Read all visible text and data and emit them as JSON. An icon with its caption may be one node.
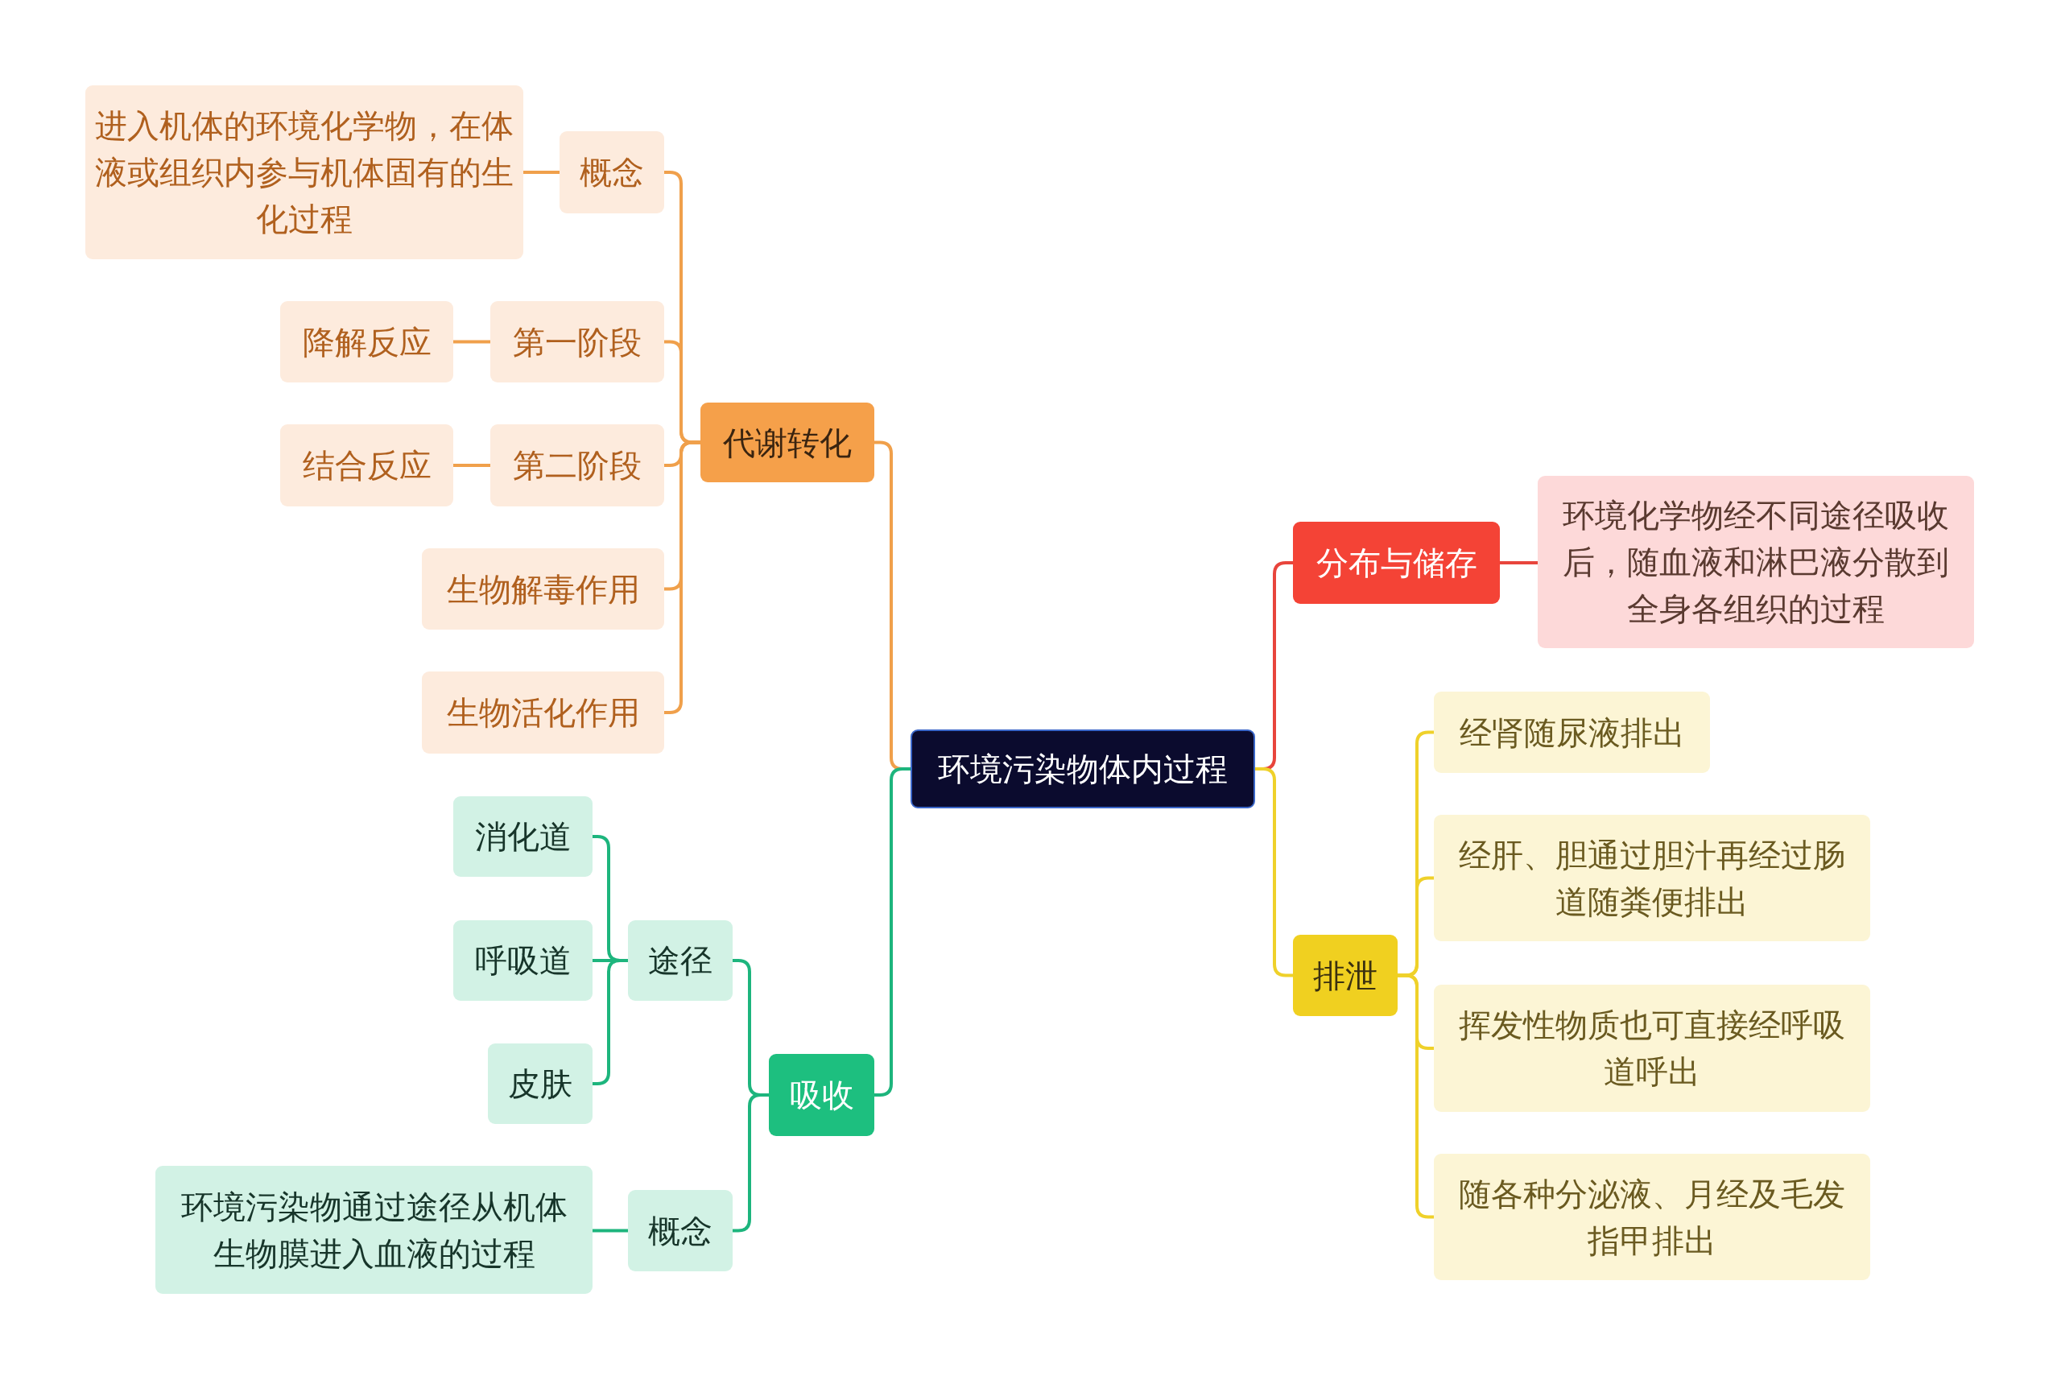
{
  "diagram": {
    "nodes": [
      {
        "text": [
          "环境污染物体内过程"
        ]
      },
      {
        "text": [
          "代谢转化"
        ]
      },
      {
        "text": [
          "概念"
        ]
      },
      {
        "text": [
          "进入机体的环境化学物，在体液或组织内参与机体固有的生化过程"
        ]
      },
      {
        "text": [
          "第一阶段"
        ]
      },
      {
        "text": [
          "降解反应"
        ]
      },
      {
        "text": [
          "第二阶段"
        ]
      },
      {
        "text": [
          "结合反应"
        ]
      },
      {
        "text": [
          "生物解毒作用"
        ]
      },
      {
        "text": [
          "生物活化作用"
        ]
      },
      {
        "text": [
          "吸收"
        ]
      },
      {
        "text": [
          "途径"
        ]
      },
      {
        "text": [
          "消化道"
        ]
      },
      {
        "text": [
          "呼吸道"
        ]
      },
      {
        "text": [
          "皮肤"
        ]
      },
      {
        "text": [
          "概念"
        ]
      },
      {
        "text": [
          "环境污染物通过途径从机体生物膜进入血液的过程"
        ]
      },
      {
        "text": [
          "分布与储存"
        ]
      },
      {
        "text": [
          "环境化学物经不同途径吸收后，随血液和淋巴液分散到全身各组织的过程"
        ]
      },
      {
        "text": [
          "排泄"
        ]
      },
      {
        "text": [
          "经肾随尿液排出"
        ]
      },
      {
        "text": [
          "经肝、胆通过胆汁再经过肠道随粪便排出"
        ]
      },
      {
        "text": [
          "挥发性物质也可直接经呼吸道呼出"
        ]
      },
      {
        "text": [
          "随各种分泌液、月经及毛发指甲排出"
        ]
      }
    ],
    "edges": [
      {
        "from": 0,
        "to": 1,
        "arrow": "none",
        "color": "#f0a04b"
      },
      {
        "from": 1,
        "to": 2,
        "arrow": "none",
        "color": "#f0a04b"
      },
      {
        "from": 2,
        "to": 3,
        "arrow": "none",
        "color": "#f0a04b"
      },
      {
        "from": 1,
        "to": 4,
        "arrow": "none",
        "color": "#f0a04b"
      },
      {
        "from": 4,
        "to": 5,
        "arrow": "none",
        "color": "#f0a04b"
      },
      {
        "from": 1,
        "to": 6,
        "arrow": "none",
        "color": "#f0a04b"
      },
      {
        "from": 6,
        "to": 7,
        "arrow": "none",
        "color": "#f0a04b"
      },
      {
        "from": 1,
        "to": 8,
        "arrow": "none",
        "color": "#f0a04b"
      },
      {
        "from": 1,
        "to": 9,
        "arrow": "none",
        "color": "#f0a04b"
      },
      {
        "from": 0,
        "to": 10,
        "arrow": "none",
        "color": "#1db57d"
      },
      {
        "from": 10,
        "to": 11,
        "arrow": "none",
        "color": "#1db57d"
      },
      {
        "from": 11,
        "to": 12,
        "arrow": "none",
        "color": "#1db57d"
      },
      {
        "from": 11,
        "to": 13,
        "arrow": "none",
        "color": "#1db57d"
      },
      {
        "from": 11,
        "to": 14,
        "arrow": "none",
        "color": "#1db57d"
      },
      {
        "from": 10,
        "to": 15,
        "arrow": "none",
        "color": "#1db57d"
      },
      {
        "from": 15,
        "to": 16,
        "arrow": "none",
        "color": "#1db57d"
      },
      {
        "from": 0,
        "to": 17,
        "arrow": "none",
        "color": "#e8453c"
      },
      {
        "from": 17,
        "to": 18,
        "arrow": "none",
        "color": "#e8453c"
      },
      {
        "from": 0,
        "to": 19,
        "arrow": "none",
        "color": "#efd12a"
      },
      {
        "from": 19,
        "to": 20,
        "arrow": "none",
        "color": "#efd12a"
      },
      {
        "from": 19,
        "to": 21,
        "arrow": "none",
        "color": "#efd12a"
      },
      {
        "from": 19,
        "to": 22,
        "arrow": "none",
        "color": "#efd12a"
      },
      {
        "from": 19,
        "to": 23,
        "arrow": "none",
        "color": "#efd12a"
      }
    ]
  }
}
